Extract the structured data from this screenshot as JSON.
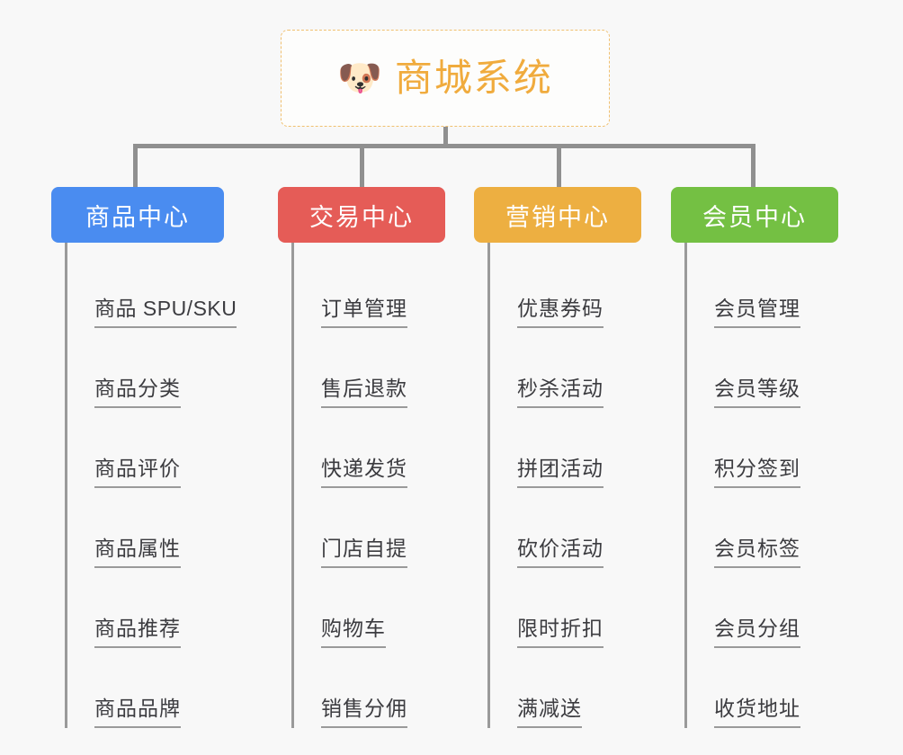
{
  "page": {
    "background": "#f8f8f8",
    "type": "mindmap"
  },
  "root": {
    "icon": "shiba-dog-face-emoji",
    "emoji": "🐶",
    "title": "商城系统",
    "color": "#f0ab3d",
    "border_color": "#f0c070"
  },
  "branches": [
    {
      "label": "商品中心",
      "color": "#4a8cf0",
      "items": [
        "商品 SPU/SKU",
        "商品分类",
        "商品评价",
        "商品属性",
        "商品推荐",
        "商品品牌"
      ]
    },
    {
      "label": "交易中心",
      "color": "#e55c57",
      "items": [
        "订单管理",
        "售后退款",
        "快递发货",
        "门店自提",
        "购物车",
        "销售分佣"
      ]
    },
    {
      "label": "营销中心",
      "color": "#edaf41",
      "items": [
        "优惠券码",
        "秒杀活动",
        "拼团活动",
        "砍价活动",
        "限时折扣",
        "满减送"
      ]
    },
    {
      "label": "会员中心",
      "color": "#74c043",
      "items": [
        "会员管理",
        "会员等级",
        "积分签到",
        "会员标签",
        "会员分组",
        "收货地址"
      ]
    }
  ]
}
